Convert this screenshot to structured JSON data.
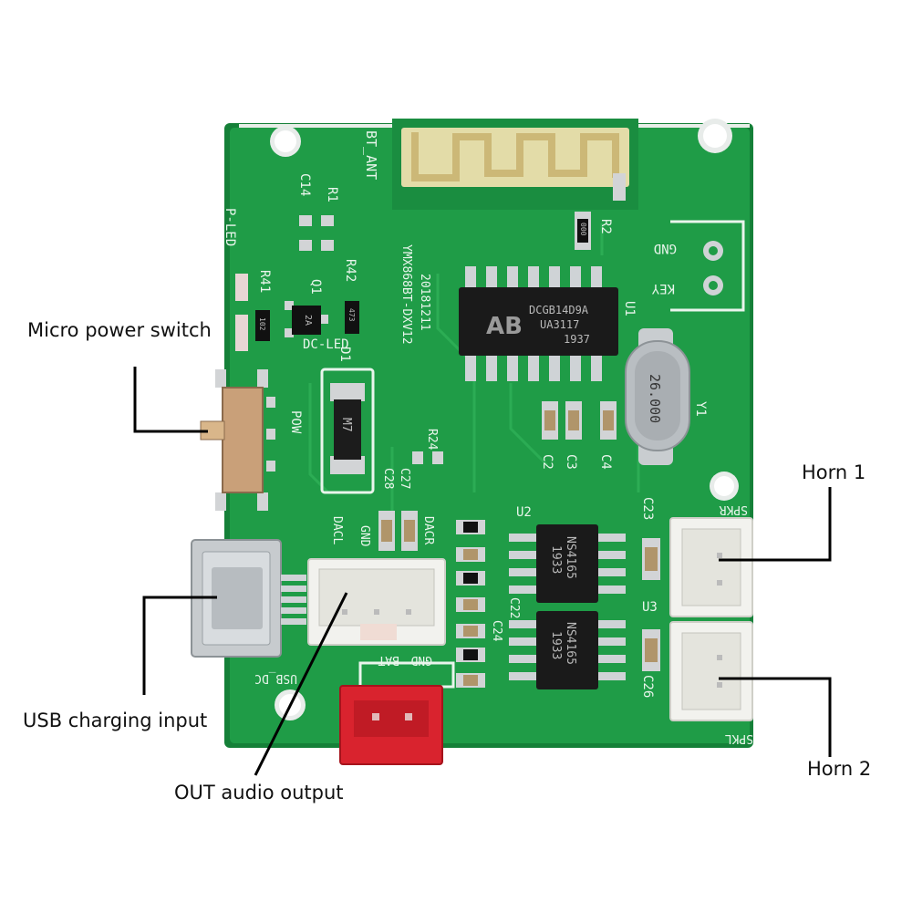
{
  "callouts": {
    "micro_power_switch": "Micro power switch",
    "usb_charging_input": "USB charging input",
    "out_audio_output": "OUT audio output",
    "horn_1": "Horn 1",
    "horn_2": "Horn 2"
  },
  "silkscreen": {
    "bt_ant": "BT_ANT",
    "c14": "C14",
    "r1": "R1",
    "p_led": "P-LED",
    "r41": "R41",
    "q1": "Q1",
    "r42": "R42",
    "dc_led": "DC-LED",
    "d1": "D1",
    "pow": "POW",
    "date": "20181211",
    "model": "YMX868BT-DXV12",
    "r2": "R2",
    "gnd_top": "GND",
    "key": "KEY",
    "u1": "U1",
    "y1": "Y1",
    "c2": "C2",
    "c3": "C3",
    "c4": "C4",
    "r24": "R24",
    "c27": "C27",
    "c28": "C28",
    "dacl": "DACL",
    "gnd_out": "GND",
    "dacr": "DACR",
    "u2": "U2",
    "u3": "U3",
    "c23": "C23",
    "c22": "C22",
    "c24": "C24",
    "c26": "C26",
    "spkr": "SPKR",
    "spkl": "SPKL",
    "usb_dc": "USB_DC",
    "bat": "BAT",
    "gnd_bat": "GND"
  },
  "chips": {
    "u1_line1": "DCGB14D9A",
    "u1_line2": "UA3117",
    "u1_line3": "1937",
    "amp_model": "NS4165",
    "amp_date": "1933",
    "crystal": "26.000",
    "transistor": "2A",
    "diode": "M7",
    "res_102": "102",
    "res_473": "473",
    "res_000": "000"
  },
  "colors": {
    "pcb": "#1f9c47",
    "pcb_dark": "#158038",
    "silk": "#e9f5ec",
    "pad": "#d2d4d6",
    "connector_white": "#f2f2ee",
    "battery_red": "#d9232e",
    "callout_line": "#000000"
  }
}
